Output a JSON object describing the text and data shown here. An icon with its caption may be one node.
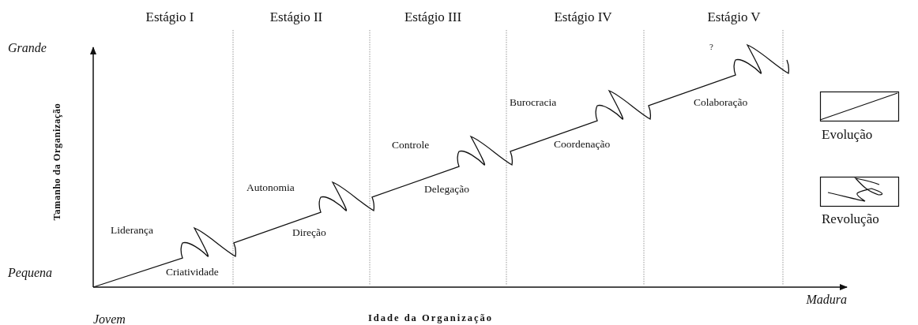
{
  "diagram": {
    "labels": [
      "Estágio I",
      "Estágio II",
      "Estágio III",
      "Estágio IV",
      "Estágio V",
      "Grande",
      "?",
      "Burocracia",
      "Colaboração",
      "Controle",
      "Coordenação",
      "Tamanho da Organização",
      "Autonomia",
      "Delegação",
      "Liderança",
      "Direção",
      "Pequena",
      "Criatividade",
      "Madura",
      "Jovem",
      "Idade da Organização"
    ],
    "legend": [
      {
        "text": "Evolução"
      },
      {
        "text": "Revolução"
      }
    ]
  }
}
